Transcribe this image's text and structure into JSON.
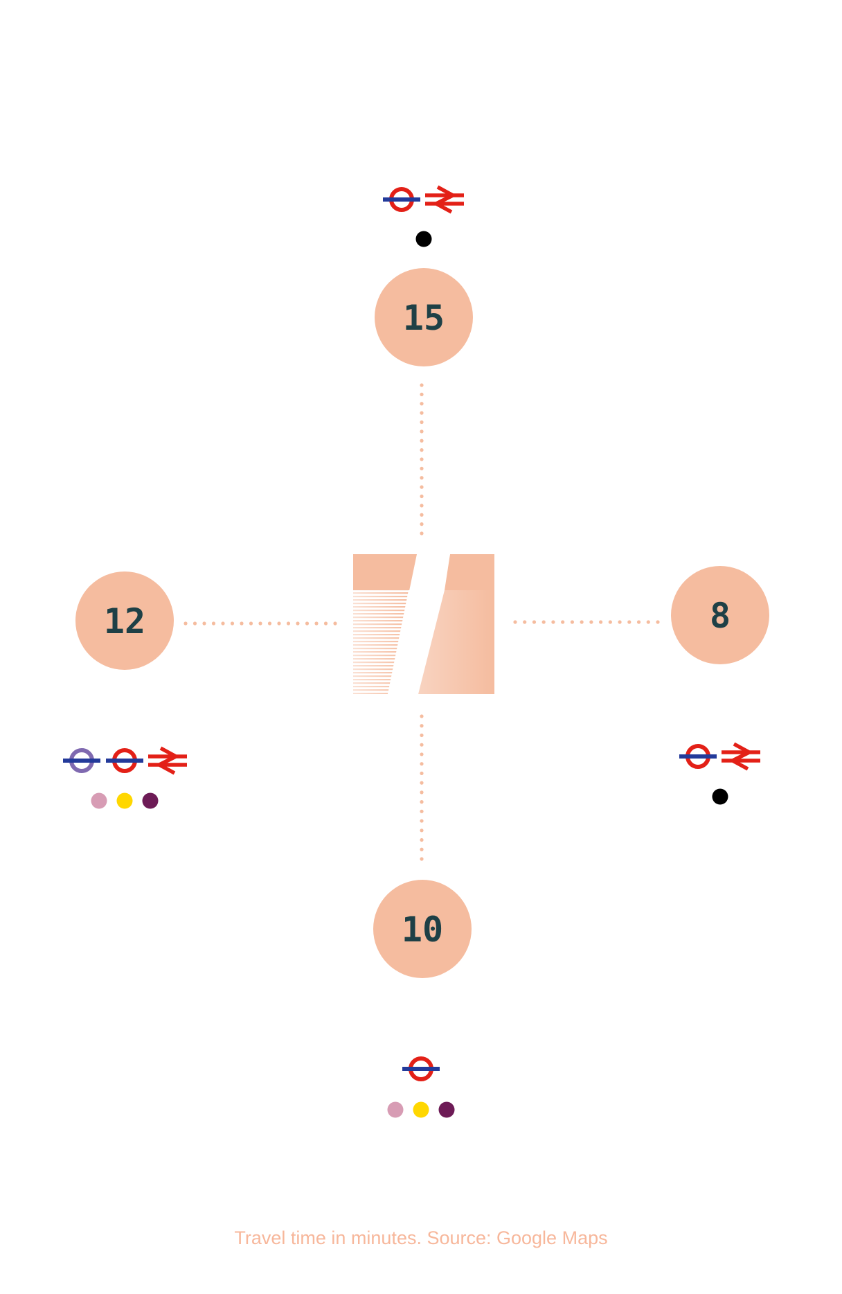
{
  "colors": {
    "background": "#ffffff",
    "accent_peach": "#f5bc9f",
    "number_text": "#1e4046",
    "caption_text": "#f7b79b",
    "underground_red": "#e32017",
    "underground_blue": "#233a9a",
    "overground_purple": "#7f69b0",
    "national_rail_red": "#e32017",
    "line_black": "#000000",
    "line_pink": "#d79cb4",
    "line_yellow": "#ffd700",
    "line_plum": "#6d1b56"
  },
  "center": {
    "icon": "office-building-logo-icon"
  },
  "directions": [
    {
      "key": "north",
      "minutes": "15",
      "services": [
        "underground-roundel-icon",
        "national-rail-icon"
      ],
      "line_dots": [
        "line_black"
      ]
    },
    {
      "key": "west",
      "minutes": "12",
      "services": [
        "overground-roundel-icon",
        "underground-roundel-icon",
        "national-rail-icon"
      ],
      "line_dots": [
        "line_pink",
        "line_yellow",
        "line_plum"
      ]
    },
    {
      "key": "east",
      "minutes": "8",
      "services": [
        "underground-roundel-icon",
        "national-rail-icon"
      ],
      "line_dots": [
        "line_black"
      ]
    },
    {
      "key": "south",
      "minutes": "10",
      "services": [
        "underground-roundel-icon"
      ],
      "line_dots": [
        "line_pink",
        "line_yellow",
        "line_plum"
      ]
    }
  ],
  "caption": "Travel time in minutes. Source: Google Maps"
}
